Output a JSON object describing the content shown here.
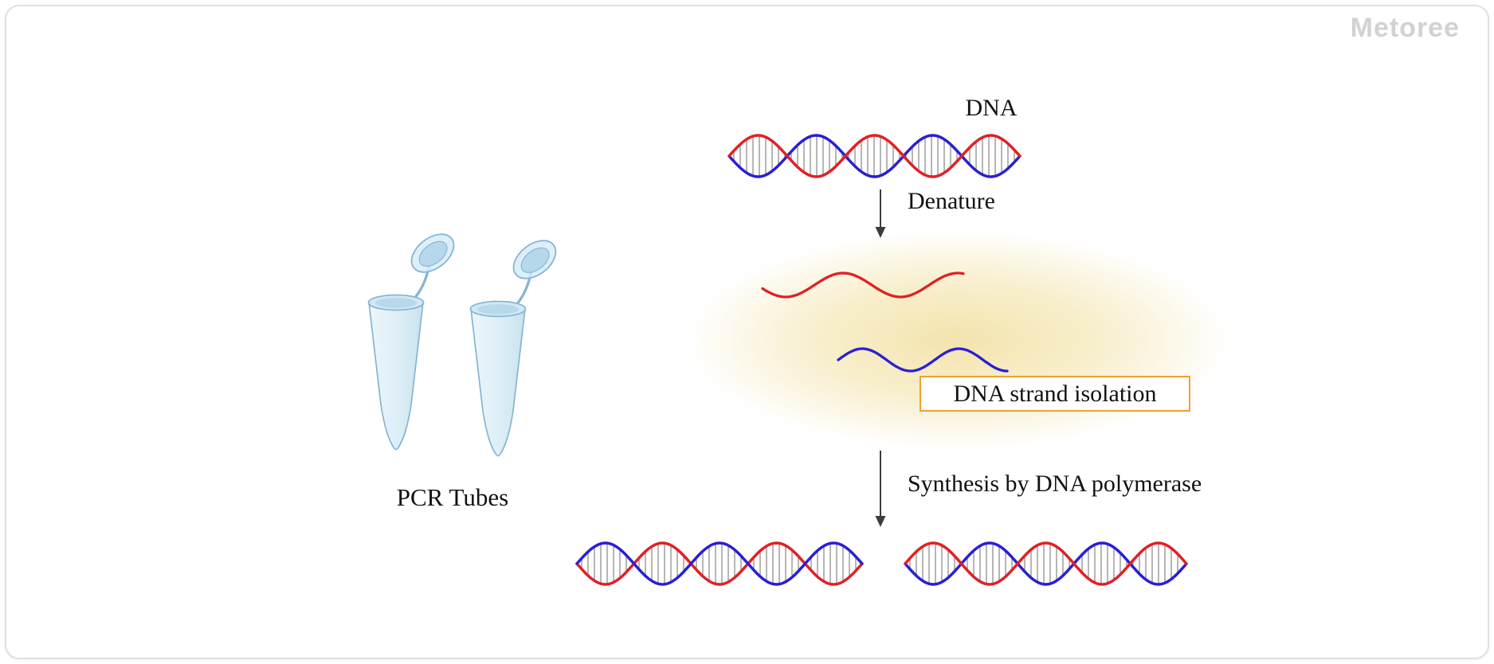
{
  "watermark": "Metoree",
  "diagram": {
    "dna_label": "DNA",
    "denature_label": "Denature",
    "isolation_label": "DNA strand isolation",
    "synthesis_label": "Synthesis by DNA polymerase",
    "pcr_tubes_label": "PCR Tubes"
  },
  "colors": {
    "strand_red": "#e02024",
    "strand_blue": "#2a1fd2",
    "rung": "#8f8f8f",
    "glow": "#f3e3a9",
    "box_border": "#f0a12c",
    "arrow": "#3c3c3c",
    "tube_fill_light": "#edf6fb",
    "tube_fill_mid": "#ddeef7",
    "tube_fill_dark": "#c9e2ef",
    "tube_rim": "#d2e8f4",
    "tube_rim_inner": "#b7d9ea",
    "tube_stroke": "#85b5d3",
    "watermark_color": "#d2d2d2",
    "card_border": "#e0e0e0",
    "text": "#111111"
  }
}
